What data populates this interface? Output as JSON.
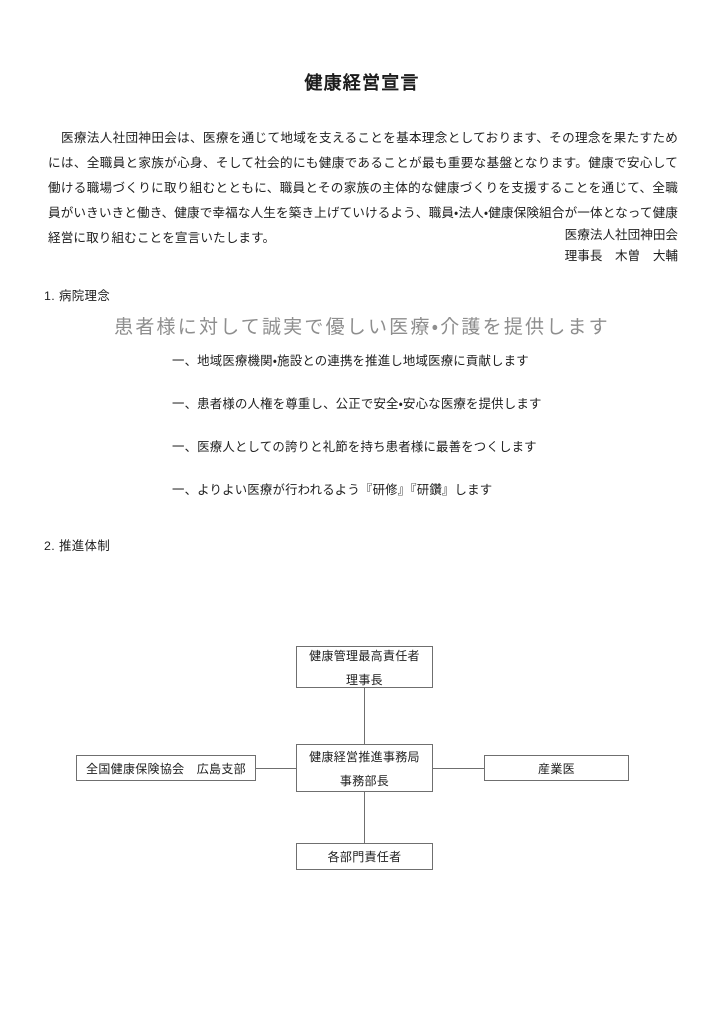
{
  "document": {
    "title": "健康経営宣言",
    "declaration_body": "医療法人社団神田会は、医療を通じて地域を支えることを基本理念としております、その理念を果たすためには、全職員と家族が心身、そして社会的にも健康であることが最も重要な基盤となります。健康で安心して働ける職場づくりに取り組むとともに、職員とその家族の主体的な健康づくりを支援することを通じて、全職員がいきいきと働き、健康で幸福な人生を築き上げていけるよう、職員・法人・健康保険組合が一体となって健康経営に取り組むことを宣言いたします。",
    "signature": {
      "organization": "医療法人社団神田会",
      "title_and_name": "理事長　木曽　大輔"
    },
    "sections": [
      {
        "number": "1.",
        "heading": "1. 病院理念",
        "motto": "患者様に対して誠実で優しい医療・介護を提供します",
        "principles": [
          "一、地域医療機関・施設との連携を推進し地域医療に貢献します",
          "一、患者様の人権を尊重し、公正で安全・安心な医療を提供します",
          "一、医療人としての誇りと礼節を持ち患者様に最善をつくします",
          "一、よりよい医療が行われるよう『研修』『研鑽』します"
        ]
      },
      {
        "number": "2.",
        "heading": "2. 推進体制"
      }
    ],
    "org_chart": {
      "nodes": {
        "top": {
          "line1": "健康管理最高責任者",
          "line2": "理事長"
        },
        "center": {
          "line1": "健康経営推進事務局",
          "line2": "事務部長"
        },
        "left": {
          "line1": "全国健康保険協会　広島支部"
        },
        "right": {
          "line1": "産業医"
        },
        "bottom": {
          "line1": "各部門責任者"
        }
      }
    },
    "colors": {
      "text": "#202020",
      "motto": "#8e8e8e",
      "box_border": "#6f6f6f",
      "page_background": "#ffffff"
    }
  }
}
